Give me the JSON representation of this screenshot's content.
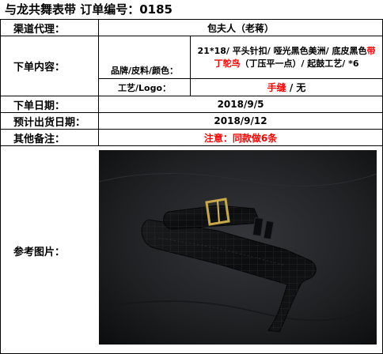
{
  "header": {
    "title": "与龙共舞表带   订单编号：0185"
  },
  "rows": {
    "channel": {
      "label": "渠道代理：",
      "value": "包夫人（老蒋）"
    },
    "order_content": {
      "label": "下单内容：",
      "brand_label": "品牌/皮料/颜色：",
      "brand_text_before": "21*18/ 平头针扣/ 哑光黑色美洲/ 底皮黑色",
      "brand_text_highlight": "带丁鸵鸟",
      "brand_text_after": "（丁压平一点）/ 起鼓工艺/ *6",
      "craft_label": "工艺/Logo：",
      "craft_highlight": "手缝",
      "craft_after": " / 无"
    },
    "order_date": {
      "label": "下单日期：",
      "value": "2018/9/5"
    },
    "ship_date": {
      "label": "预计出货日期：",
      "value": "2018/9/12"
    },
    "remarks": {
      "label": "其他备注：",
      "value": "注意：同款做6条"
    },
    "reference": {
      "label": "参考图片："
    }
  },
  "colors": {
    "highlight": "#ff0000",
    "border": "#000000",
    "photo_background": "#1e2022",
    "strap": "#0e0f10",
    "buckle": "#c8a848"
  },
  "icons": {
    "photo": "watch-strap-photo"
  }
}
